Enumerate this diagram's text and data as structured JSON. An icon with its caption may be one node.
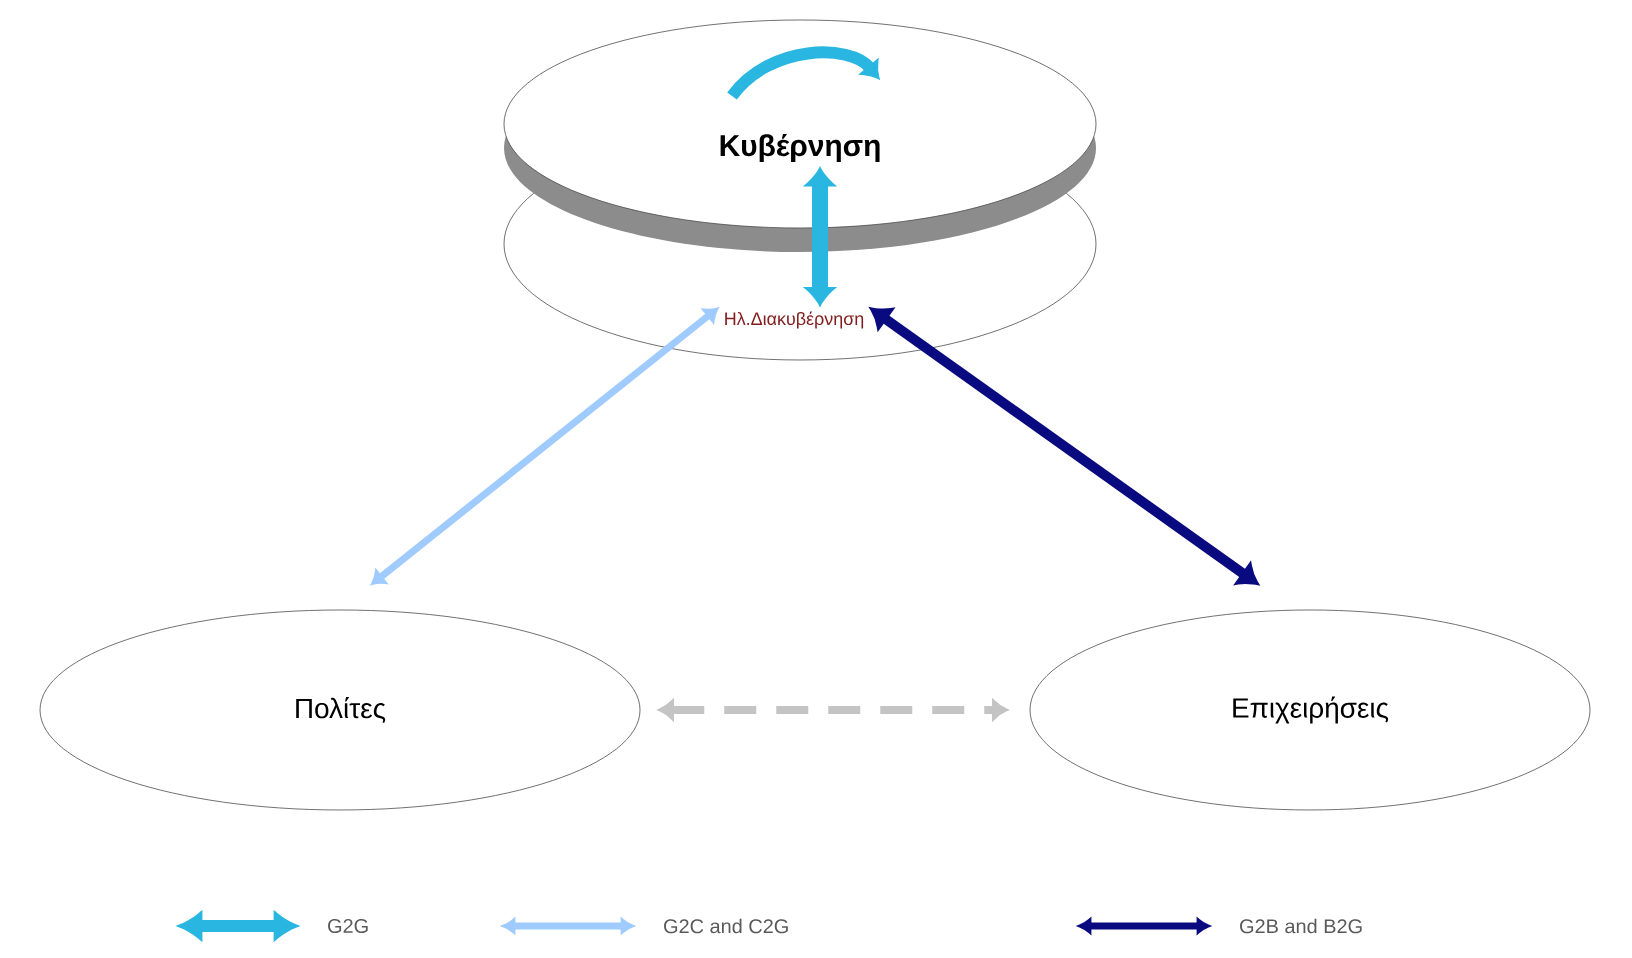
{
  "diagram": {
    "nodes": [
      {
        "text": [
          "Κυβέρνηση"
        ]
      },
      {
        "text": [
          "Ηλ.Διακυβέρνηση"
        ]
      },
      {
        "text": [
          "Πολίτες"
        ]
      },
      {
        "text": [
          "Επιχειρήσεις"
        ]
      }
    ],
    "edges": [
      {
        "from": 0,
        "to": 1,
        "arrow": "both",
        "style": "thick",
        "color": "#29b6e0"
      },
      {
        "from": 2,
        "to": 1,
        "arrow": "both",
        "color": "#9fcbff"
      },
      {
        "from": 3,
        "to": 1,
        "arrow": "both",
        "color": "#0a0a80"
      },
      {
        "from": 2,
        "to": 3,
        "arrow": "both",
        "style": "dashed",
        "color": "#c4c4c4"
      }
    ],
    "legend": [
      {
        "text": "G2G",
        "color": "#29b6e0"
      },
      {
        "text": "G2C and C2G",
        "color": "#9fcbff"
      },
      {
        "text": "G2B and B2G",
        "color": "#0a0a80"
      }
    ]
  }
}
